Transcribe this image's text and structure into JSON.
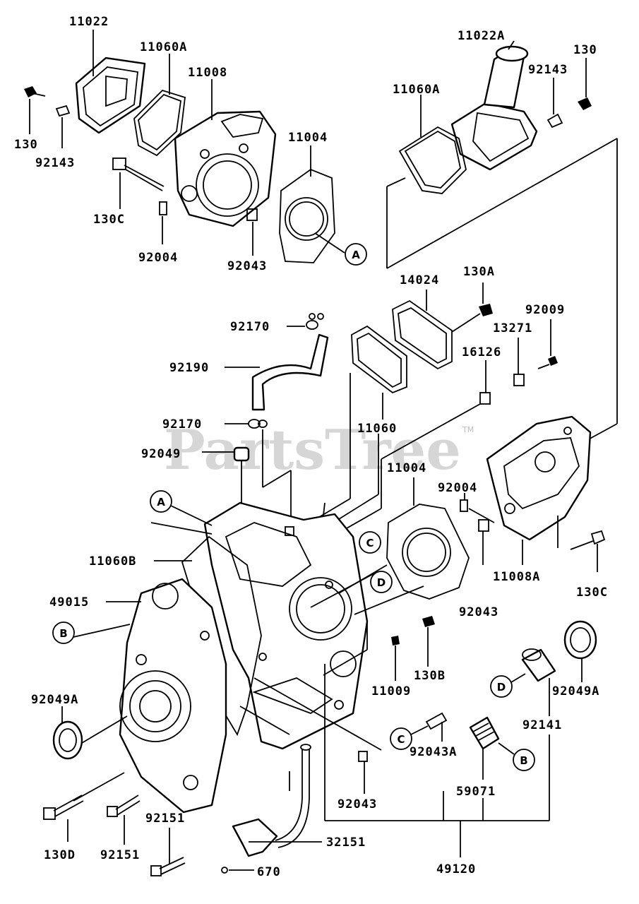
{
  "watermark": {
    "text": "PartsTree",
    "trademark": "TM"
  },
  "labels": {
    "l11022": "11022",
    "l11060A_left": "11060A",
    "l11008": "11008",
    "l130_left": "130",
    "l92143_left": "92143",
    "l11004_top": "11004",
    "l130C_left": "130C",
    "l92004_top": "92004",
    "l92043_top": "92043",
    "l11022A": "11022A",
    "l130_right": "130",
    "l92143_right": "92143",
    "l11060A_right": "11060A",
    "l14024": "14024",
    "l130A": "130A",
    "l92009": "92009",
    "l92170_top": "92170",
    "l13271": "13271",
    "l92190": "92190",
    "l16126": "16126",
    "l92170_mid": "92170",
    "l11060": "11060",
    "l92049": "92049",
    "l11004_mid": "11004",
    "l92004_mid": "92004",
    "l11060B": "11060B",
    "l11008A": "11008A",
    "l130C_right": "130C",
    "l49015": "49015",
    "l92043_mid": "92043",
    "l130B": "130B",
    "l11009": "11009",
    "l92049A_left": "92049A",
    "l92049A_right": "92049A",
    "l92141": "92141",
    "l92043A": "92043A",
    "l59071": "59071",
    "l92043_bot": "92043",
    "l92151_a": "92151",
    "l92151_b": "92151",
    "l32151": "32151",
    "l130D": "130D",
    "l670": "670",
    "l49120": "49120"
  },
  "callouts": {
    "a_top": "A",
    "a_mid": "A",
    "b_left": "B",
    "b_right": "B",
    "c_mid": "C",
    "c_low": "C",
    "d_mid": "D",
    "d_right": "D"
  }
}
